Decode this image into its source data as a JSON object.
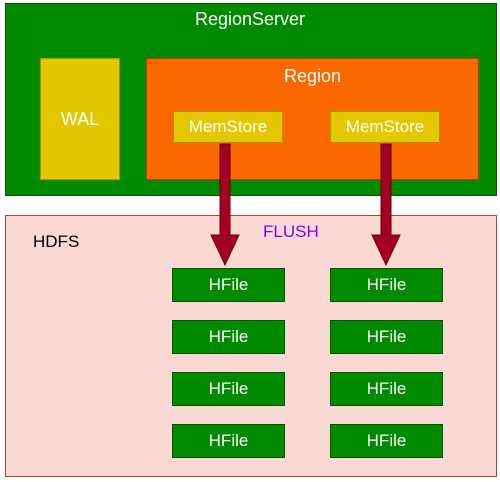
{
  "region_server": {
    "label": "RegionServer"
  },
  "wal": {
    "label": "WAL"
  },
  "region": {
    "label": "Region"
  },
  "memstores": [
    {
      "label": "MemStore"
    },
    {
      "label": "MemStore"
    }
  ],
  "hdfs": {
    "label": "HDFS"
  },
  "flush": {
    "label": "FLUSH"
  },
  "hfile_columns": [
    [
      "HFile",
      "HFile",
      "HFile",
      "HFile"
    ],
    [
      "HFile",
      "HFile",
      "HFile",
      "HFile"
    ]
  ],
  "colors": {
    "region_server_fill": "#008a00",
    "wal_fill": "#e3c800",
    "region_fill": "#fa6800",
    "memstore_fill": "#e3c800",
    "hdfs_fill": "#fad9d5",
    "hfile_fill": "#008a00",
    "arrow": "#a20025",
    "flush_text": "#7f00ff"
  }
}
